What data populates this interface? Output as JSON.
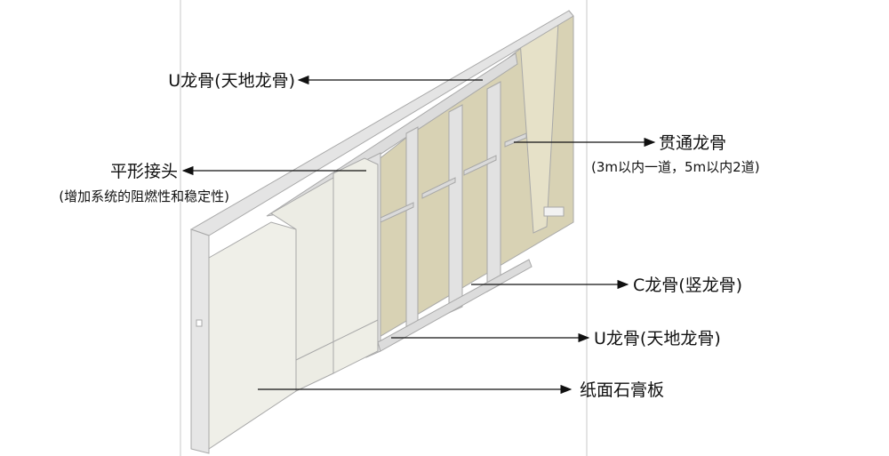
{
  "labels": {
    "top_track": "U龙骨(天地龙骨)",
    "flat_joint": "平形接头",
    "flat_joint_note": "(增加系统的阻燃性和稳定性)",
    "through_stud": "贯通龙骨",
    "through_stud_note": "(3m以内一道，5m以内2道)",
    "c_stud": "C龙骨(竖龙骨)",
    "bottom_track": "U龙骨(天地龙骨)",
    "gypsum_board": "纸面石膏板"
  },
  "colors": {
    "board_white": "#efefe8",
    "board_beige": "#d8d2b4",
    "steel": "#e2e2e2",
    "edge": "#a8a8a8"
  }
}
